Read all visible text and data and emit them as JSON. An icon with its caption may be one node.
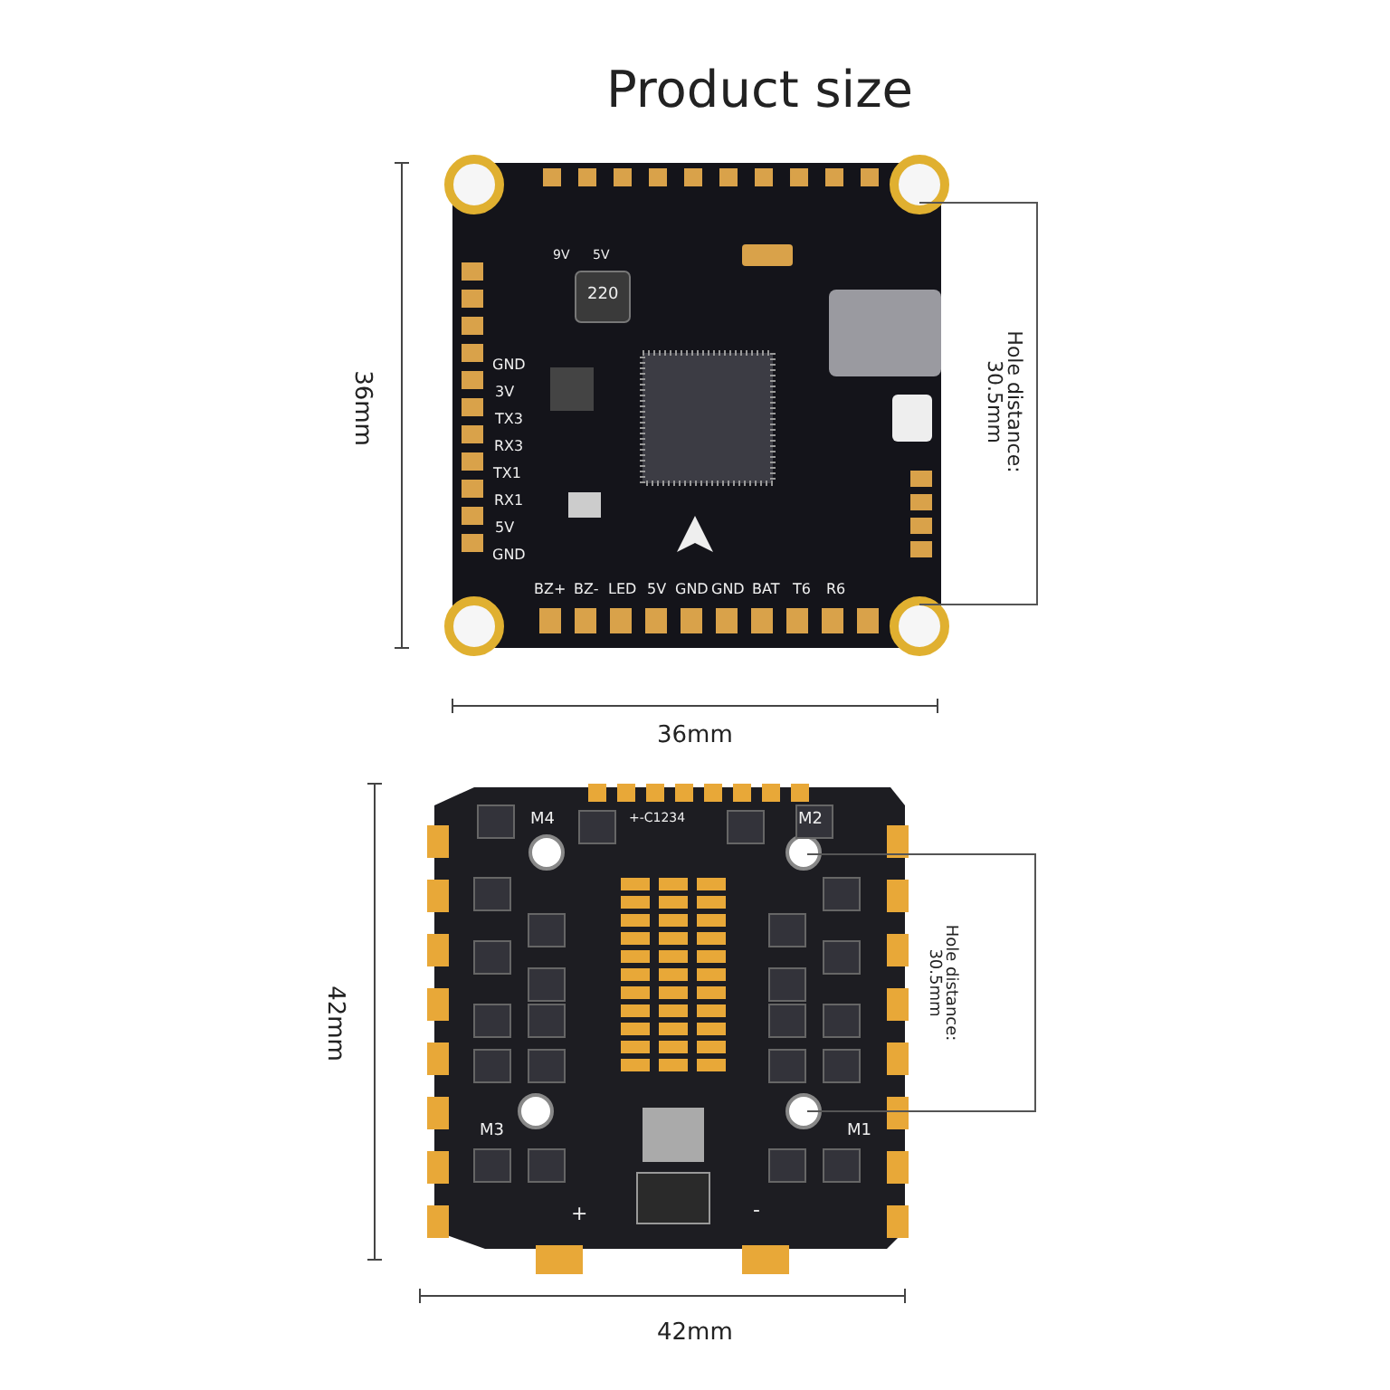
{
  "diagram": {
    "title": "Product size",
    "labels": [
      "36mm",
      "Hole distance: 30.5mm",
      "9V",
      "5V",
      "220",
      "GND",
      "3V",
      "TX3",
      "RX3",
      "TX1",
      "RX1",
      "5V",
      "GND",
      "BZ+",
      "BZ-",
      "LED",
      "5V",
      "GND",
      "GND",
      "BAT",
      "T6",
      "R6",
      "36mm",
      "42mm",
      "M4",
      "+-C1234",
      "M2",
      "Hole distance: 30.5mm",
      "M3",
      "M1",
      "+",
      "-",
      "42mm"
    ]
  }
}
